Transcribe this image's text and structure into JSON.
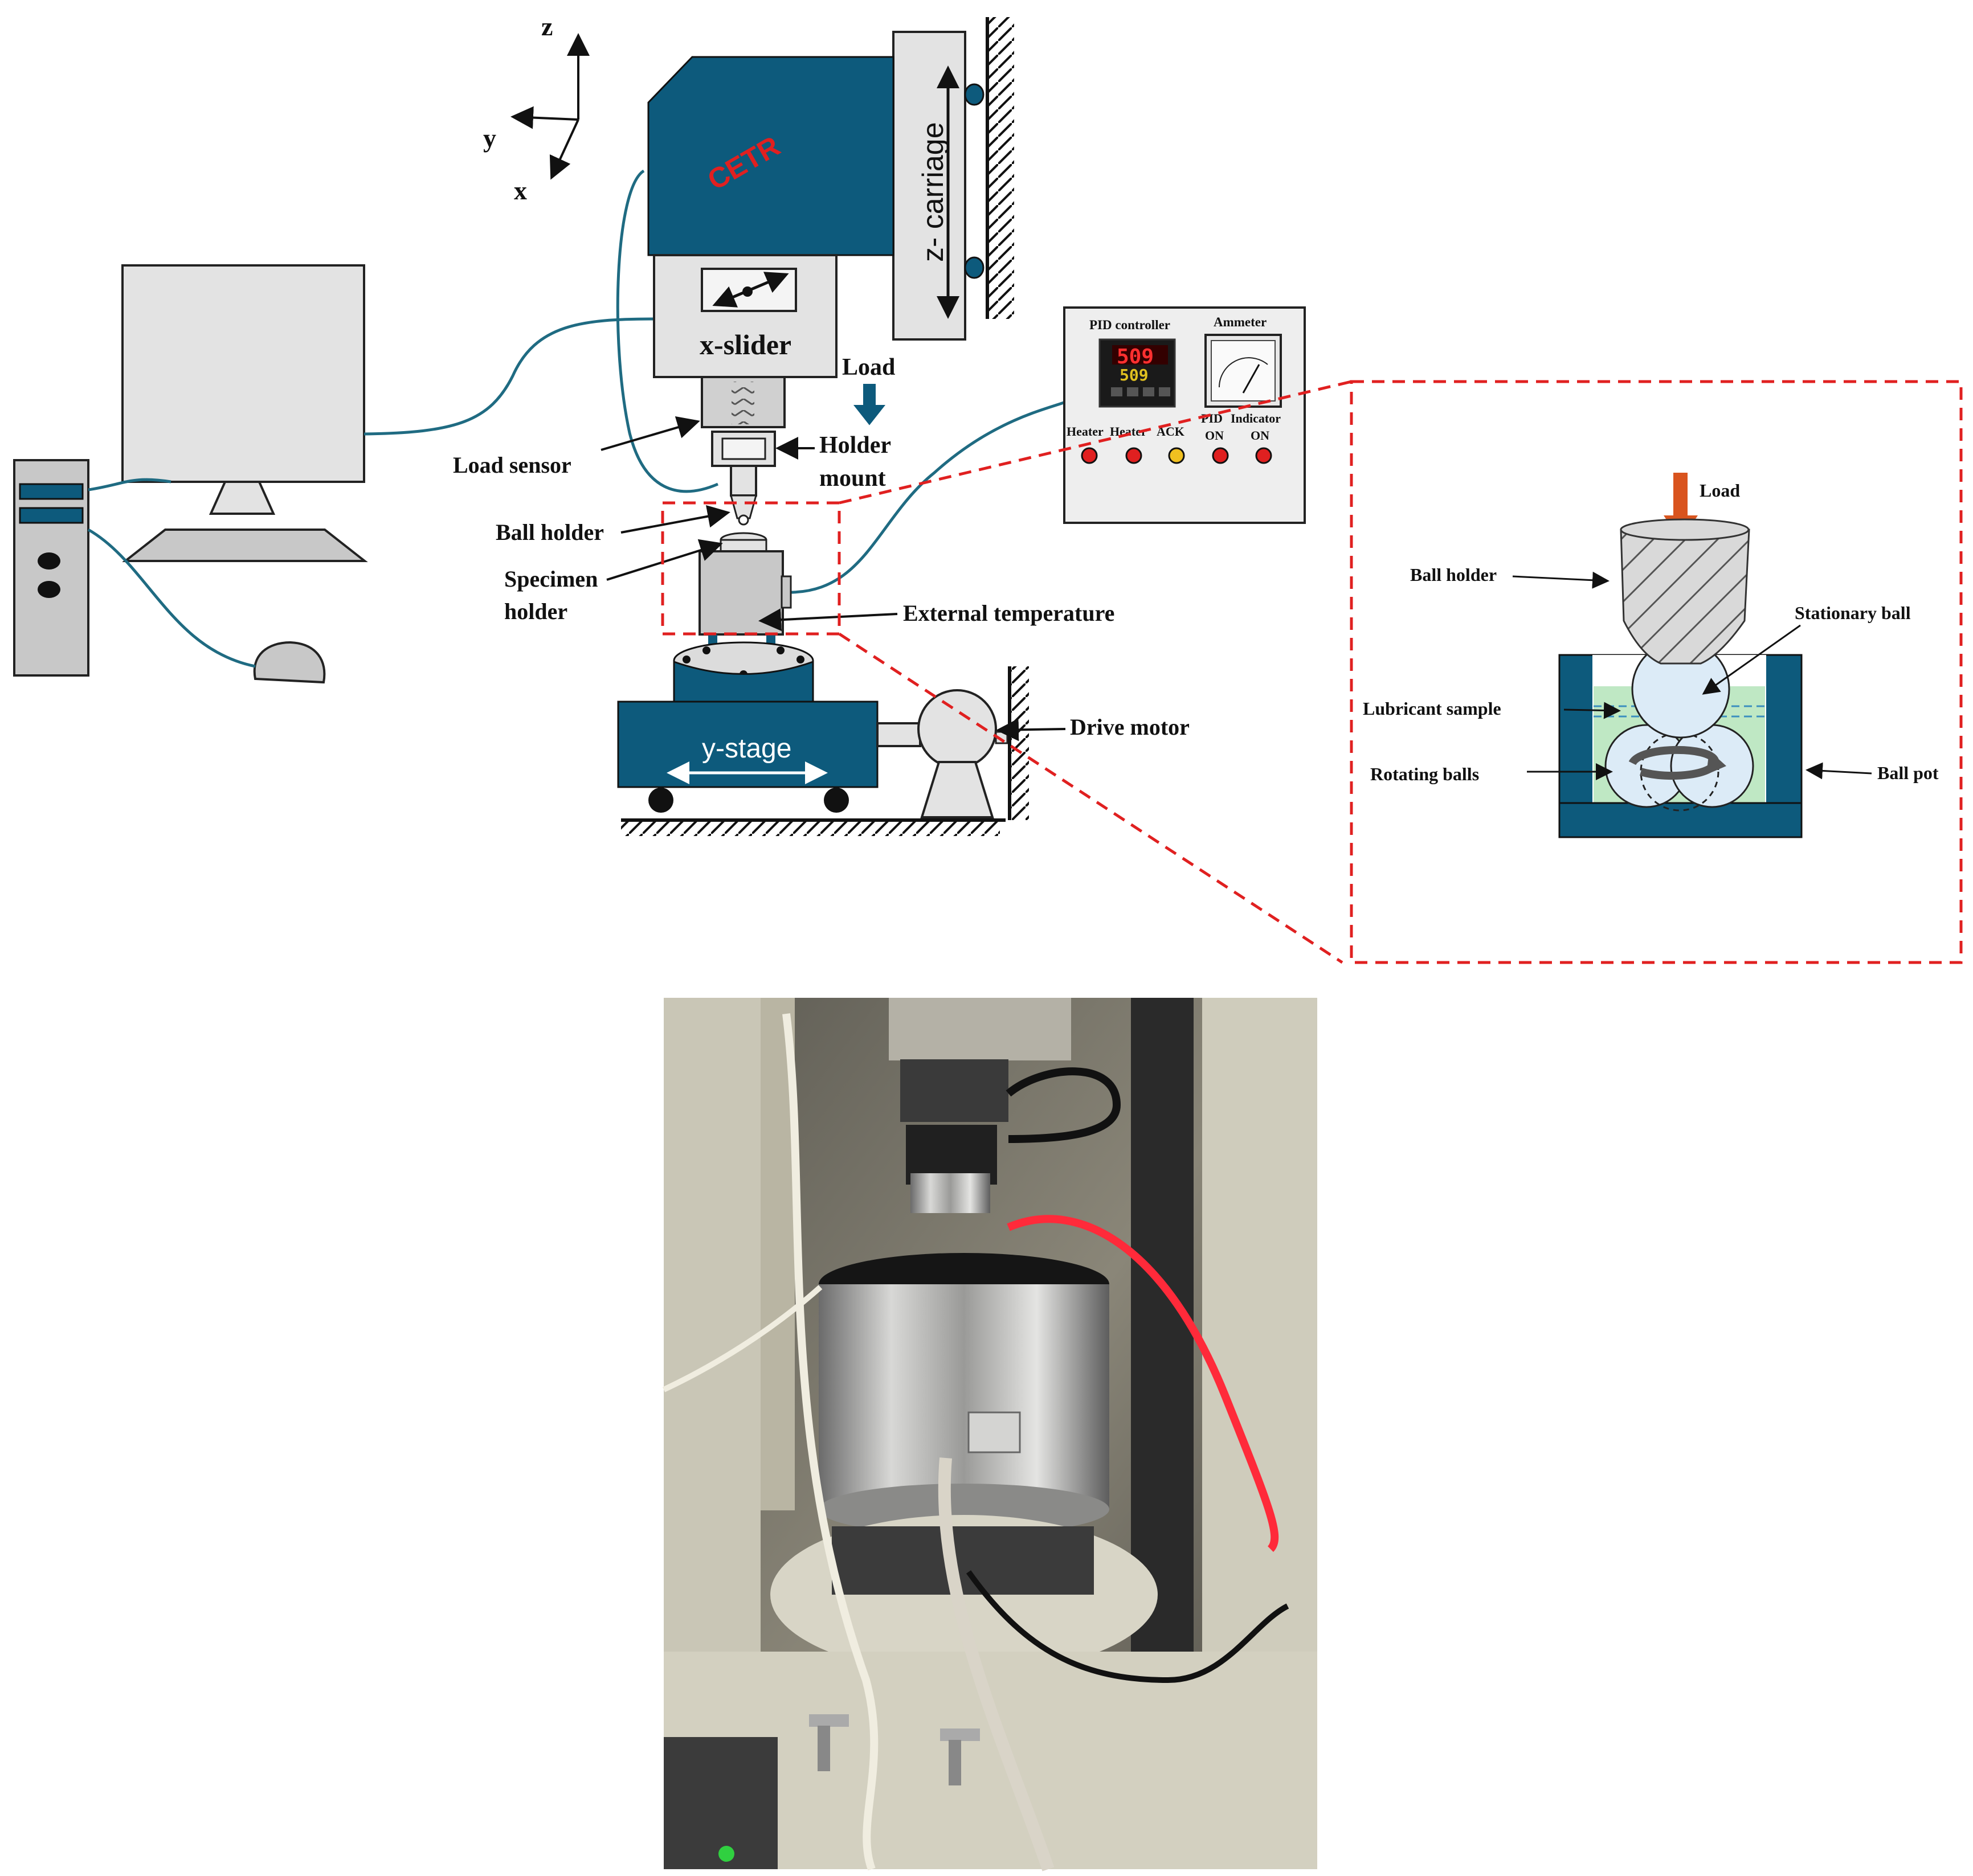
{
  "axes": {
    "z": "z",
    "y": "y",
    "x": "x"
  },
  "machine": {
    "brand": "CETR",
    "z_carriage": "z- carriage",
    "x_slider": "x-slider",
    "y_stage": "y-stage"
  },
  "labels": {
    "load": "Load",
    "holder_mount_1": "Holder",
    "holder_mount_2": "mount",
    "load_sensor": "Load sensor",
    "ball_holder": "Ball holder",
    "specimen_holder_1": "Specimen",
    "specimen_holder_2": "holder",
    "external_temperature": "External temperature",
    "drive_motor": "Drive motor"
  },
  "control_panel": {
    "pid_controller": "PID controller",
    "ammeter": "Ammeter",
    "display_top": "509",
    "display_bottom": "509",
    "heater_1": "Heater",
    "heater_2": "Heater",
    "ack": "ACK",
    "pid": "PID",
    "indicator": "Indicator",
    "on_1": "ON",
    "on_2": "ON"
  },
  "detail": {
    "load": "Load",
    "ball_holder": "Ball holder",
    "stationary_ball": "Stationary ball",
    "lubricant_sample": "Lubricant sample",
    "rotating_balls": "Rotating balls",
    "ball_pot": "Ball pot"
  },
  "colors": {
    "machine_blue": "#0d5a7c",
    "light_grey": "#e3e3e3",
    "dashed_red": "#e02020",
    "arrow_orange": "#d9541e",
    "cable": "#1f6b82",
    "lubricant_green": "#bfe8c4",
    "ball_blue": "#dcebf7"
  },
  "icons": [
    "desktop-computer-icon",
    "mouse-icon",
    "pid-display-icon",
    "ammeter-dial-icon",
    "drive-motor-icon"
  ]
}
